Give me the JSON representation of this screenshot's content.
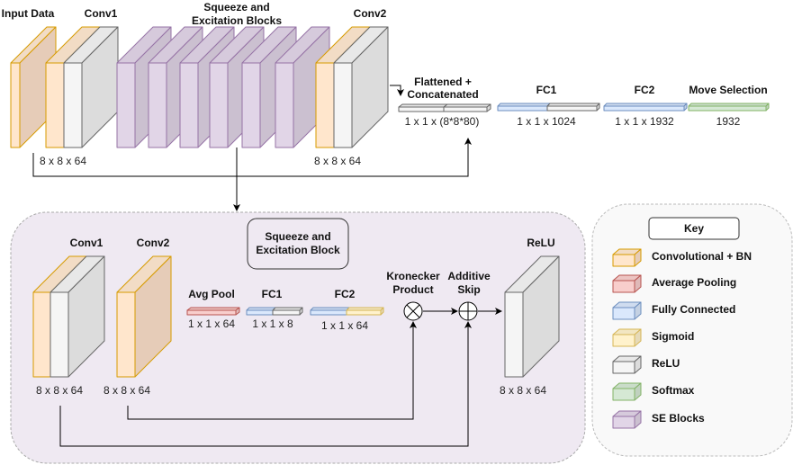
{
  "top": {
    "input_data": {
      "label": "Input Data"
    },
    "conv1": {
      "label": "Conv1",
      "dims": "8 x 8 x 64"
    },
    "se_blocks": {
      "label_line1": "Squeeze and",
      "label_line2": "Excitation Blocks",
      "count": 6
    },
    "conv2": {
      "label": "Conv2",
      "dims": "8 x 8 x 64"
    },
    "flattened": {
      "label_line1": "Flattened +",
      "label_line2": "Concatenated",
      "dims": "1 x 1 x (8*8*80)"
    },
    "fc1": {
      "label": "FC1",
      "dims": "1 x 1 x 1024"
    },
    "fc2": {
      "label": "FC2",
      "dims": "1 x 1 x 1932"
    },
    "move_selection": {
      "label": "Move Selection",
      "dims": "1932"
    }
  },
  "se_block": {
    "title_line1": "Squeeze and",
    "title_line2": "Excitation Block",
    "conv1": {
      "label": "Conv1",
      "dims": "8 x 8 x 64"
    },
    "conv2": {
      "label": "Conv2",
      "dims": "8 x 8 x 64"
    },
    "avg_pool": {
      "label": "Avg Pool",
      "dims": "1 x 1 x 64"
    },
    "fc1": {
      "label": "FC1",
      "dims": "1 x 1 x 8"
    },
    "fc2": {
      "label": "FC2",
      "dims": "1 x 1 x 64"
    },
    "kronecker": {
      "label_line1": "Kronecker",
      "label_line2": "Product"
    },
    "additive": {
      "label_line1": "Additive",
      "label_line2": "Skip"
    },
    "relu": {
      "label": "ReLU",
      "dims": "8 x 8 x 64"
    }
  },
  "key": {
    "title": "Key",
    "items": [
      {
        "label": "Convolutional + BN",
        "color": "conv"
      },
      {
        "label": "Average Pooling",
        "color": "pool"
      },
      {
        "label": "Fully Connected",
        "color": "fc"
      },
      {
        "label": "Sigmoid",
        "color": "sigmoid"
      },
      {
        "label": "ReLU",
        "color": "relu"
      },
      {
        "label": "Softmax",
        "color": "softmax"
      },
      {
        "label": "SE Blocks",
        "color": "se"
      }
    ]
  },
  "colors": {
    "conv": {
      "front": "#ffe6cc",
      "side": "#e6ccb8",
      "top": "#f2dcc5",
      "stroke": "#d79b00"
    },
    "pool": {
      "front": "#f8cecc",
      "side": "#dfb9b8",
      "top": "#ecc4c2",
      "stroke": "#b85450"
    },
    "fc": {
      "front": "#dae8fc",
      "side": "#c4d1e3",
      "top": "#cfdcef",
      "stroke": "#6c8ebf"
    },
    "sigmoid": {
      "front": "#fff2cc",
      "side": "#e6dab8",
      "top": "#f2e6c2",
      "stroke": "#d6b656"
    },
    "relu": {
      "front": "#f5f5f5",
      "side": "#dcdcdc",
      "top": "#e8e8e8",
      "stroke": "#666666"
    },
    "softmax": {
      "front": "#d5e8d4",
      "side": "#c0d1bf",
      "top": "#cadcc9",
      "stroke": "#82b366"
    },
    "se": {
      "front": "#e1d5e7",
      "side": "#cbc0d0",
      "top": "#d6cadc",
      "stroke": "#9673a6"
    },
    "se_panel_fill": "#efe9f2",
    "key_panel_fill": "#f9f9f9"
  }
}
